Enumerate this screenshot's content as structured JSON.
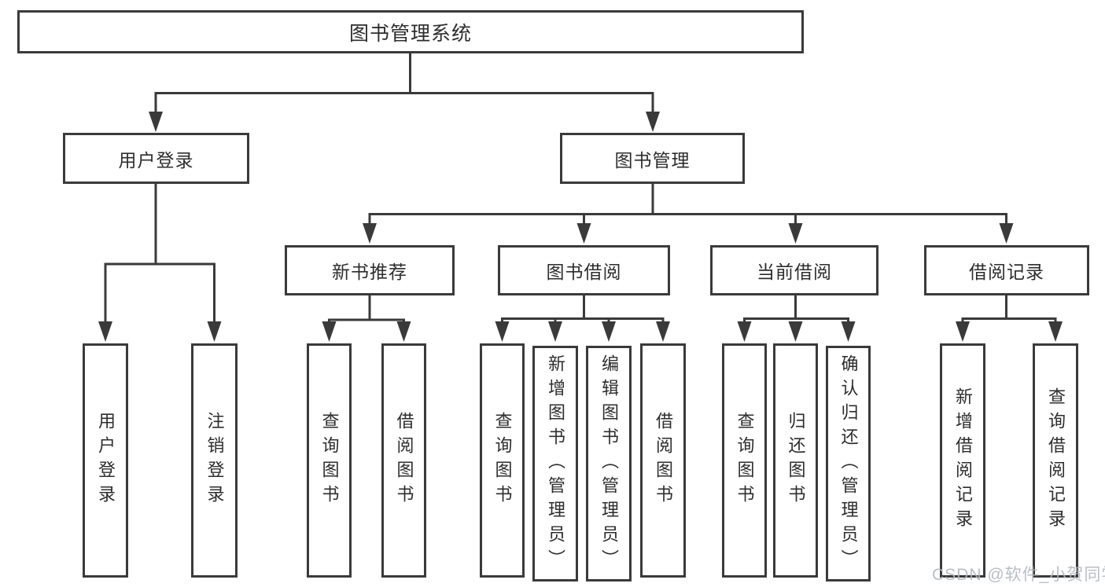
{
  "diagram": {
    "title": "图书管理系统",
    "colors": {
      "line": "#3a3a3a",
      "text": "#2d2d2d",
      "watermark": "#b2b8be",
      "background": "#ffffff"
    },
    "root": {
      "label": "图书管理系统"
    },
    "level2": [
      {
        "label": "用户登录"
      },
      {
        "label": "图书管理"
      }
    ],
    "level3": [
      {
        "label": "新书推荐"
      },
      {
        "label": "图书借阅"
      },
      {
        "label": "当前借阅"
      },
      {
        "label": "借阅记录"
      }
    ],
    "leaves": {
      "user_login": [
        "用户登录",
        "注销登录"
      ],
      "new_book": [
        "查询图书",
        "借阅图书"
      ],
      "book_borrow": [
        "查询图书",
        "新增图书（管理员）",
        "编辑图书（管理员）",
        "借阅图书"
      ],
      "current_borrow": [
        "查询图书",
        "归还图书",
        "确认归还（管理员）"
      ],
      "borrow_record": [
        "新增借阅记录",
        "查询借阅记录"
      ]
    },
    "watermark": "CSDN @软件_小贺同学"
  }
}
